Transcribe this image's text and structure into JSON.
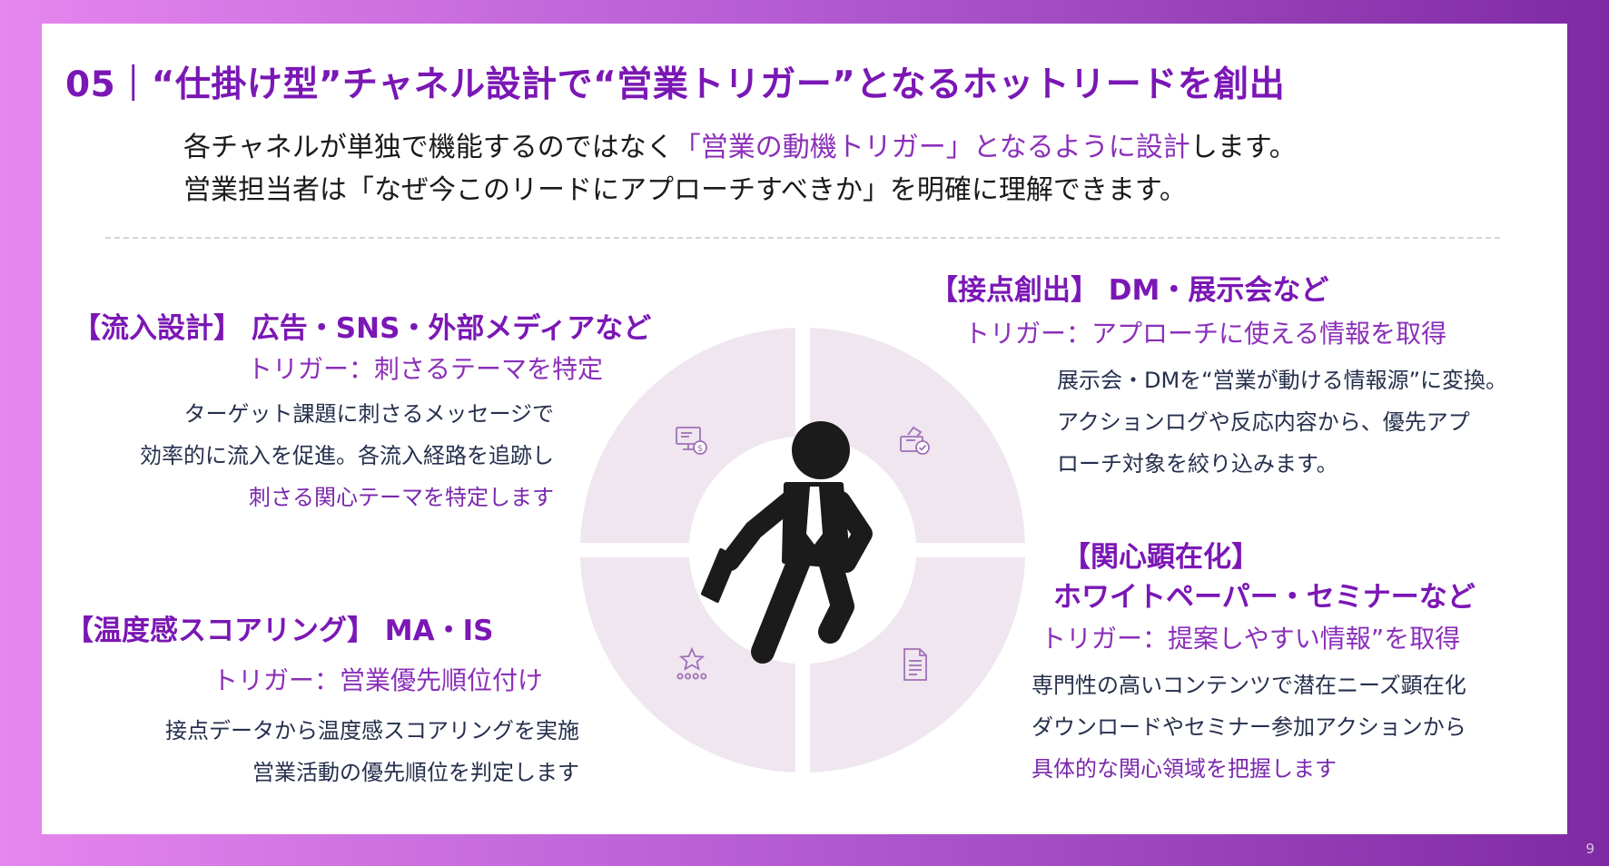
{
  "page_number": "9",
  "title": "05｜“仕掛け型”チャネル設計で“営業トリガー”となるホットリードを創出",
  "lead": {
    "line1_pre": "各チャネルが単独で機能するのではなく",
    "line1_accent": "「営業の動機トリガー」となるように設計",
    "line1_post": "します。",
    "line2": "営業担当者は「なぜ今このリードにアプローチすべきか」を明確に理解できます。"
  },
  "sections": {
    "inflow": {
      "heading": "【流入設計】 広告・SNS・外部メディアなど",
      "trigger": "トリガー：刺さるテーマを特定",
      "lines": [
        "ターゲット課題に刺さるメッセージで",
        "効率的に流入を促進。各流入経路を追跡し",
        "刺さる関心テーマを特定します"
      ]
    },
    "contact": {
      "heading": "【接点創出】 DM・展示会など",
      "trigger": "トリガー：アプローチに使える情報を取得",
      "lines": [
        "展示会・DMを“営業が動ける情報源”に変換。",
        "アクションログや反応内容から、優先アプ",
        "ローチ対象を絞り込みます。"
      ]
    },
    "scoring": {
      "heading": "【温度感スコアリング】 MA・IS",
      "trigger": "トリガー：営業優先順位付け",
      "lines": [
        "接点データから温度感スコアリングを実施",
        "営業活動の優先順位を判定します"
      ]
    },
    "interest": {
      "heading1": "【関心顕在化】",
      "heading2": "ホワイトペーパー・セミナーなど",
      "trigger": "トリガー：提案しやすい情報”を取得",
      "lines": [
        "専門性の高いコンテンツで潜在ニーズ顕在化",
        "ダウンロードやセミナー参加アクションから",
        "具体的な関心領域を把握します"
      ]
    }
  },
  "colors": {
    "accent": "#7b17b5",
    "accent_light": "#8b2fb9",
    "wheel": "#efe6ef",
    "icon": "#a070b8",
    "figure": "#1b1b1b"
  },
  "icons": [
    "monitor-dollar-icon",
    "ballot-box-icon",
    "star-rating-icon",
    "document-icon",
    "businessman-running-icon"
  ]
}
